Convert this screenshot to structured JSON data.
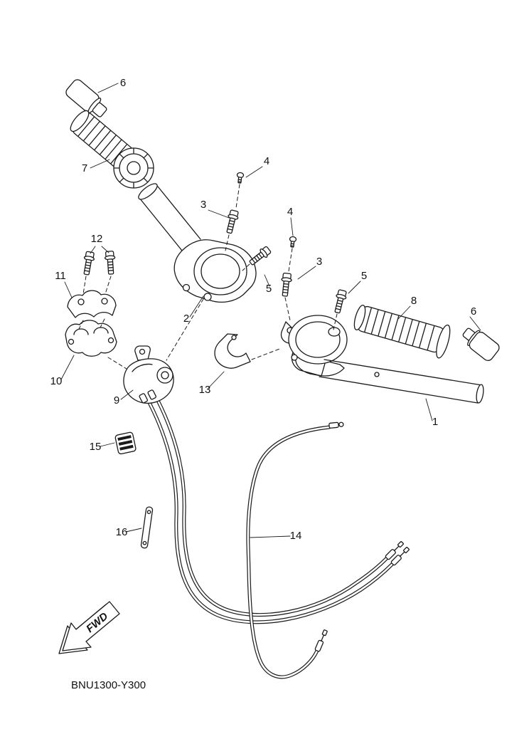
{
  "diagram": {
    "code": "BNU1300-Y300",
    "fwd": "FWD",
    "callouts": [
      {
        "part": "6"
      },
      {
        "part": "7"
      },
      {
        "part": "4"
      },
      {
        "part": "3"
      },
      {
        "part": "12"
      },
      {
        "part": "11"
      },
      {
        "part": "2"
      },
      {
        "part": "5"
      },
      {
        "part": "4"
      },
      {
        "part": "3"
      },
      {
        "part": "5"
      },
      {
        "part": "8"
      },
      {
        "part": "6"
      },
      {
        "part": "10"
      },
      {
        "part": "9"
      },
      {
        "part": "13"
      },
      {
        "part": "1"
      },
      {
        "part": "15"
      },
      {
        "part": "16"
      },
      {
        "part": "14"
      }
    ]
  }
}
